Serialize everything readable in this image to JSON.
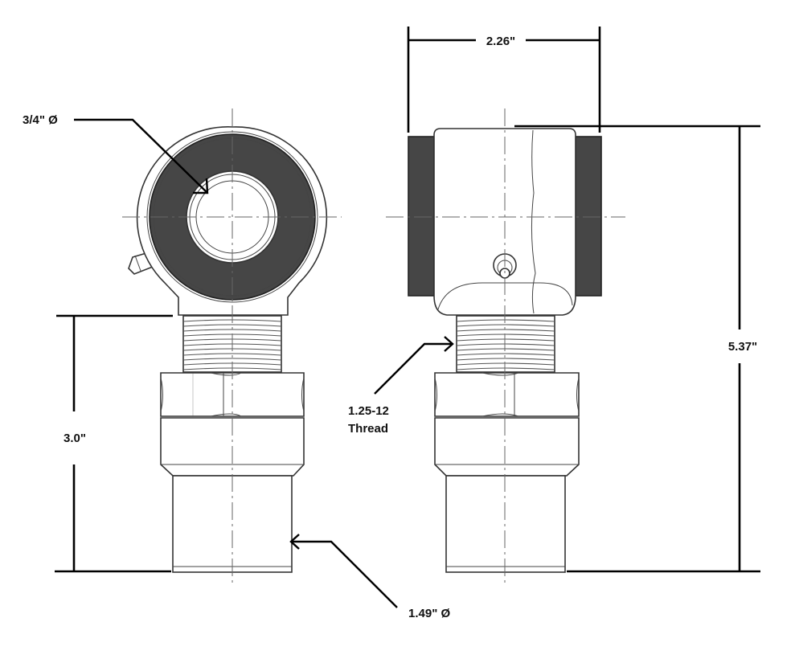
{
  "dimensions": {
    "bore_diameter": "3/4\" Ø",
    "width": "2.26\"",
    "overall_length": "5.37\"",
    "thread_spec_line1": "1.25-12",
    "thread_spec_line2": "Thread",
    "shank_length": "3.0\"",
    "shank_diameter": "1.49\" Ø"
  },
  "colors": {
    "bushing": "#464646",
    "outline": "#333333",
    "dimension_line": "#000000"
  },
  "views": [
    "front-view",
    "side-view"
  ]
}
